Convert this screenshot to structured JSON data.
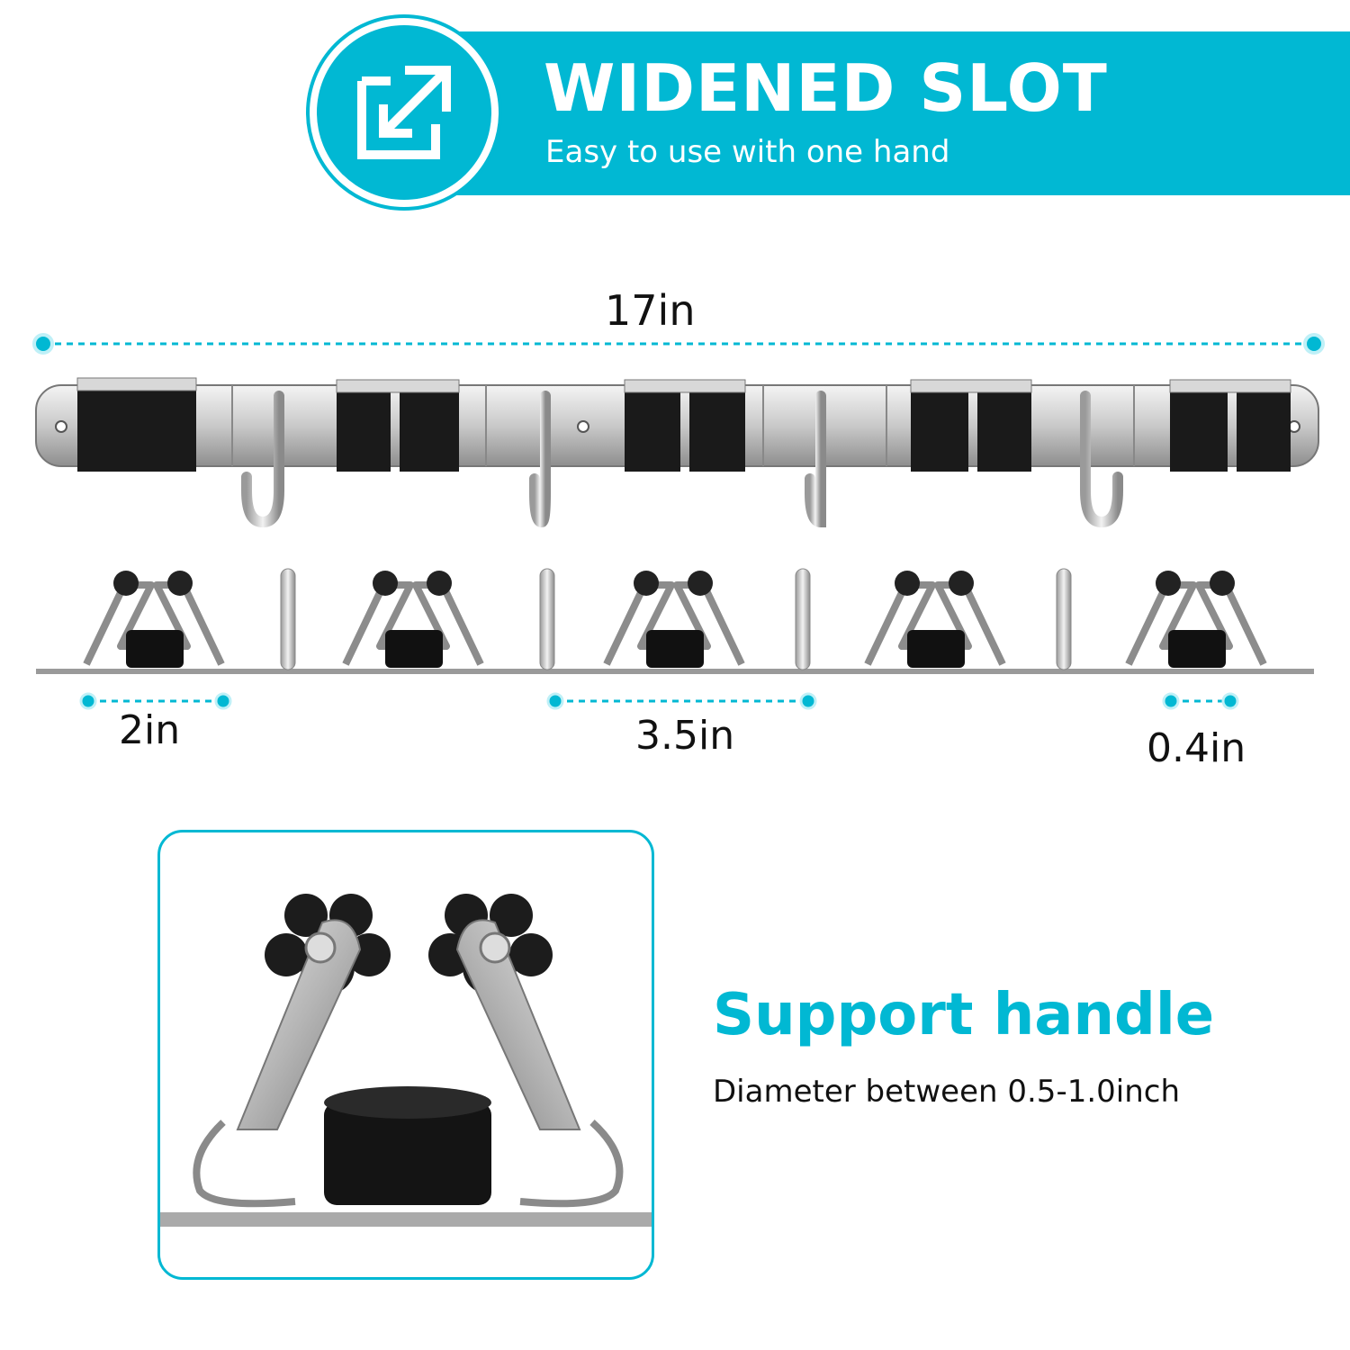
{
  "banner": {
    "title": "WIDENED SLOT",
    "subtitle": "Easy to use with one hand",
    "icon": "resize-arrow-icon",
    "accent_color": "#01b8d3"
  },
  "dimensions": {
    "total_length": "17in",
    "clip_width": "2in",
    "spacing": "3.5in",
    "slot_width": "0.4in"
  },
  "feature": {
    "title": "Support handle",
    "description": "Diameter between 0.5-1.0inch"
  },
  "product": {
    "clips_count": 5,
    "hooks_count": 4
  }
}
